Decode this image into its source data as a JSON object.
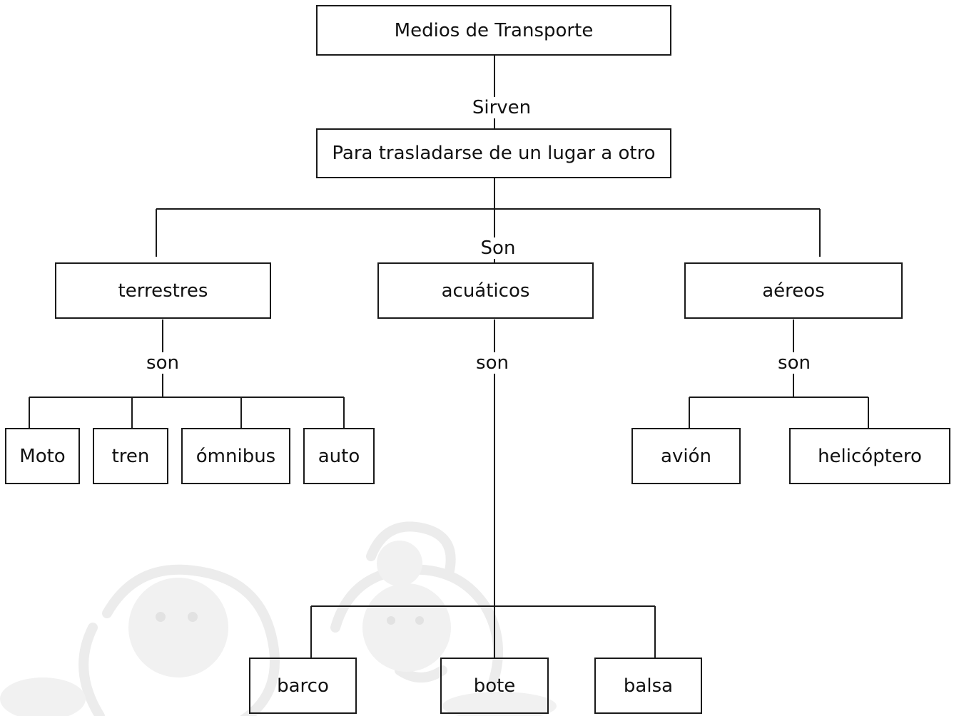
{
  "diagram": {
    "type": "concept-map",
    "root": {
      "label": "Medios de Transporte"
    },
    "link_sirven": "Sirven",
    "purpose": {
      "label": "Para trasladarse de un lugar a otro"
    },
    "link_son_main": "Son",
    "categories": [
      {
        "label": "terrestres",
        "link": "son",
        "items": [
          "Moto",
          "tren",
          "ómnibus",
          "auto"
        ]
      },
      {
        "label": "acuáticos",
        "link": "son",
        "items": [
          "barco",
          "bote",
          "balsa"
        ]
      },
      {
        "label": "aéreos",
        "link": "son",
        "items": [
          "avión",
          "helicóptero"
        ]
      }
    ],
    "colors": {
      "line": "#1a1a1a",
      "text": "#111111",
      "watermark": "#e6e6e6",
      "background": "#ffffff"
    },
    "watermark_icon": "children-illustration"
  }
}
